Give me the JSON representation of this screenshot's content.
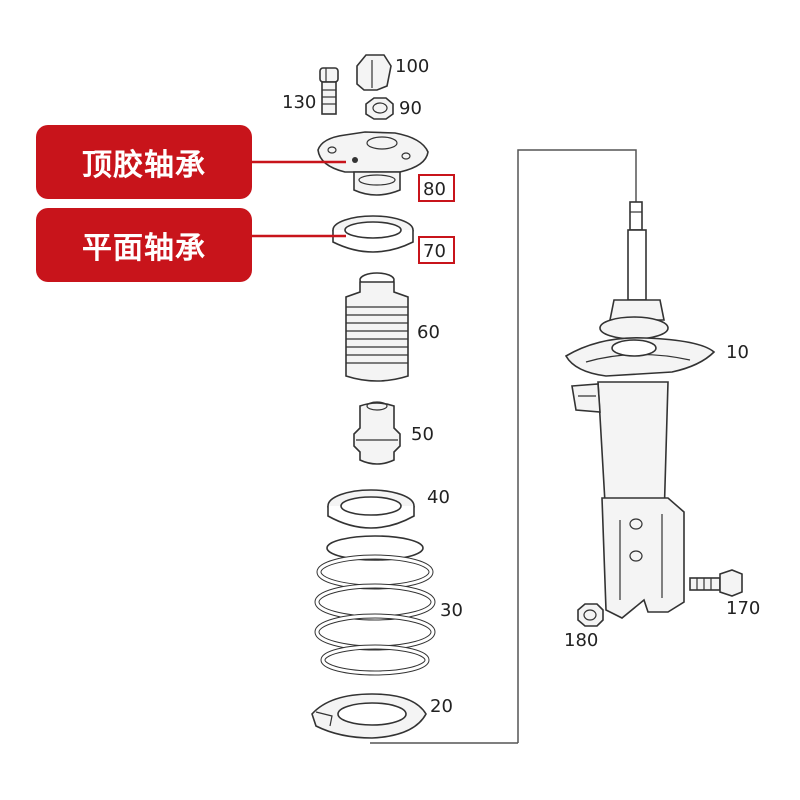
{
  "labels": {
    "top_mount": "顶胶轴承",
    "flat_bearing": "平面轴承"
  },
  "callouts": {
    "p10": "10",
    "p20": "20",
    "p30": "30",
    "p40": "40",
    "p50": "50",
    "p60": "60",
    "p70": "70",
    "p80": "80",
    "p90": "90",
    "p100": "100",
    "p130": "130",
    "p170": "170",
    "p180": "180"
  },
  "colors": {
    "badge_red": "#c8141b",
    "line_art": "#333333",
    "background": "#ffffff"
  }
}
